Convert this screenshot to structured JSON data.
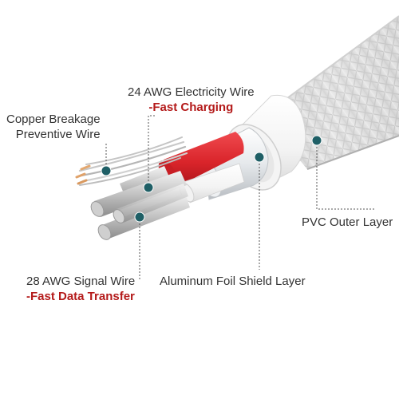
{
  "colors": {
    "text": "#333333",
    "accent": "#b41a1a",
    "marker": "#1f5f66",
    "leader": "#555555",
    "braid": "#e4e4e4",
    "insulation_red": "#d9242a"
  },
  "labels": {
    "electricity_wire": {
      "line1": "24 AWG Electricity Wire",
      "line2": "-Fast Charging"
    },
    "copper_wire": {
      "line1": "Copper Breakage",
      "line2": "Preventive Wire"
    },
    "pvc_layer": {
      "line1": "PVC Outer Layer"
    },
    "signal_wire": {
      "line1": "28 AWG Signal Wire",
      "line2": "-Fast Data Transfer"
    },
    "foil_shield": {
      "line1": "Aluminum Foil Shield Layer"
    }
  }
}
